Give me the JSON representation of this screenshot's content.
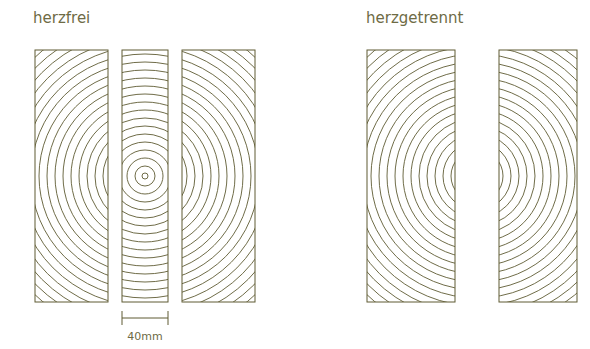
{
  "diagram": {
    "labels": [
      "herzfrei",
      "herzgetrennt",
      "40mm"
    ]
  }
}
